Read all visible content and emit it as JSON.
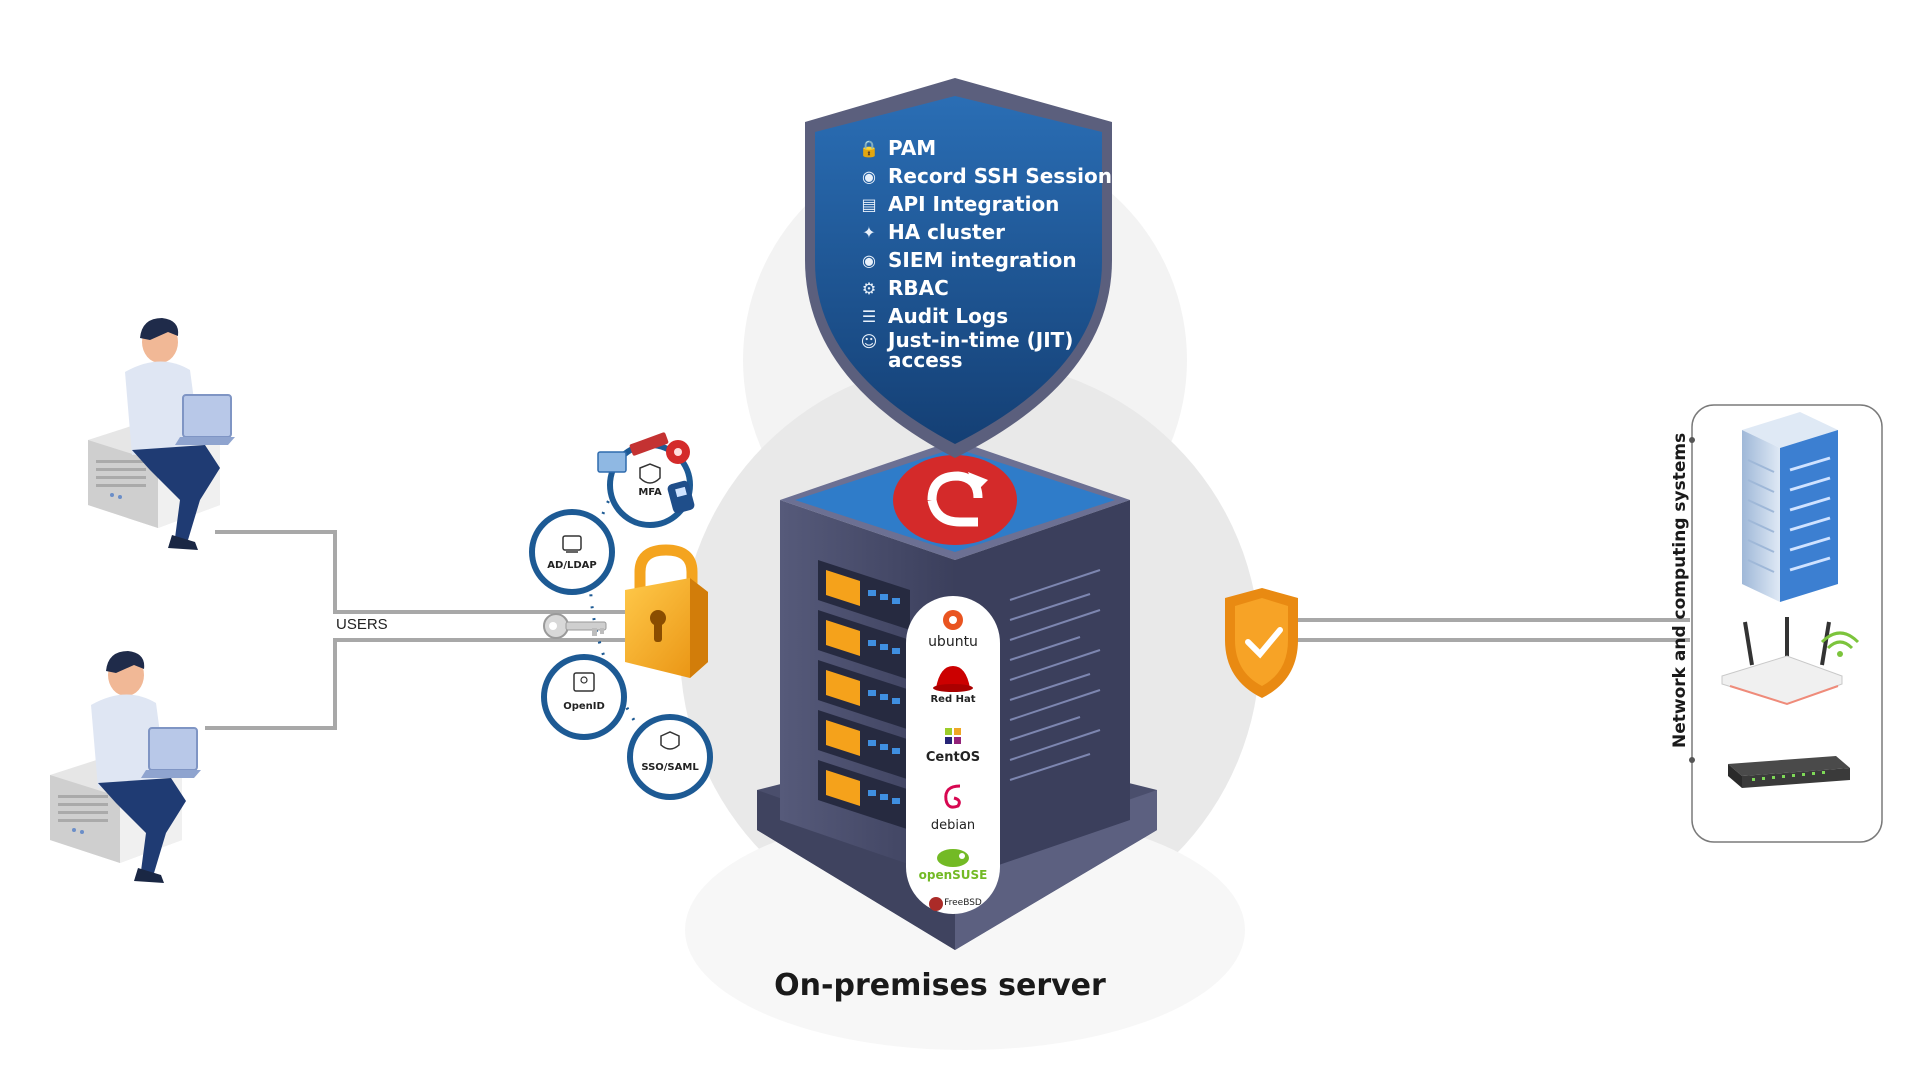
{
  "features": [
    {
      "label": "PAM",
      "icon": "lock-icon"
    },
    {
      "label": "Record SSH Sessions",
      "icon": "camera-icon"
    },
    {
      "label": "API Integration",
      "icon": "api-icon"
    },
    {
      "label": "HA cluster",
      "icon": "cluster-icon"
    },
    {
      "label": "SIEM integration",
      "icon": "siem-icon"
    },
    {
      "label": "RBAC",
      "icon": "gear-users-icon"
    },
    {
      "label": "Audit Logs",
      "icon": "log-icon"
    },
    {
      "label": "Just-in-time (JIT) access",
      "icon": "user-clock-icon"
    }
  ],
  "auth_methods": [
    "MFA",
    "AD/LDAP",
    "OpenID",
    "SSO/SAML"
  ],
  "users_label": "USERS",
  "distros": [
    "ubuntu",
    "Red Hat",
    "CentOS",
    "debian",
    "openSUSE",
    "FreeBSD"
  ],
  "server_title": "On-premises server",
  "network_label": "Network and computing systems",
  "colors": {
    "shield_blue": "#1e5fa3",
    "shield_frame": "#5b5f7d",
    "server_dark": "#3a3e5c",
    "accent_orange": "#f5a21b",
    "logo_red": "#d42a2a",
    "person_shirt": "#dfe6f3",
    "person_pants": "#1f3b73",
    "connector_grey": "#a8a8a8",
    "auth_ring": "#1d5a94"
  }
}
